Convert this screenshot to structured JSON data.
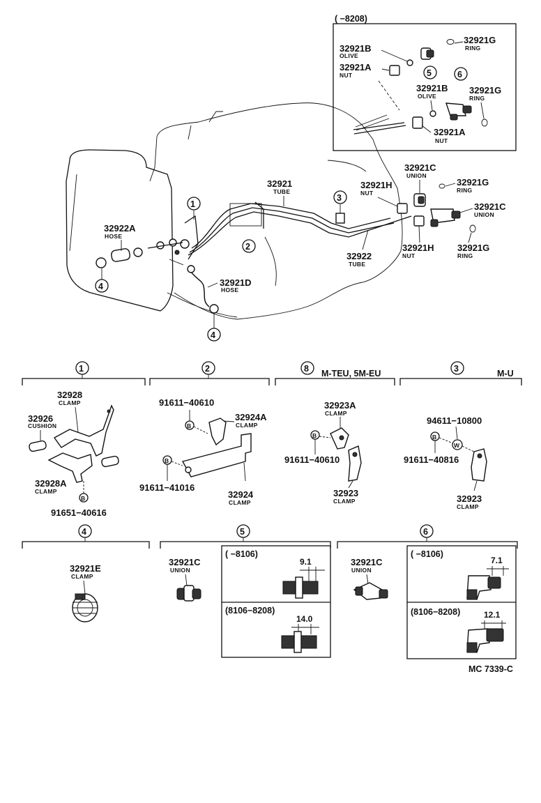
{
  "inset": {
    "header": "(      −8208)",
    "parts": [
      {
        "num": "32921G",
        "name": "RING"
      },
      {
        "num": "32921B",
        "name": "OLIVE"
      },
      {
        "num": "32921A",
        "name": "NUT"
      },
      {
        "num": "32921B",
        "name": "OLIVE"
      },
      {
        "num": "32921G",
        "name": "RING"
      },
      {
        "num": "32921A",
        "name": "NUT"
      }
    ],
    "markers": [
      "5",
      "6"
    ]
  },
  "main": {
    "parts": [
      {
        "num": "32921",
        "name": "TUBE"
      },
      {
        "num": "32922A",
        "name": "HOSE"
      },
      {
        "num": "32921D",
        "name": "HOSE"
      },
      {
        "num": "32921C",
        "name": "UNION"
      },
      {
        "num": "32921G",
        "name": "RING"
      },
      {
        "num": "32921H",
        "name": "NUT"
      },
      {
        "num": "32921C",
        "name": "UNION"
      },
      {
        "num": "32922",
        "name": "TUBE"
      },
      {
        "num": "32921H",
        "name": "NUT"
      },
      {
        "num": "32921G",
        "name": "RING"
      }
    ],
    "markers": [
      "1",
      "2",
      "3",
      "4",
      "4"
    ]
  },
  "section1": {
    "marker": "1",
    "parts": [
      {
        "num": "32928",
        "name": "CLAMP"
      },
      {
        "num": "32926",
        "name": "CUSHION"
      },
      {
        "num": "32928A",
        "name": "CLAMP"
      }
    ],
    "bolt": "91651−40616",
    "bolt_symbol": "B"
  },
  "section2": {
    "marker": "2",
    "bolt1": "91611−40610",
    "bolt2": "91611−41016",
    "bolt_symbol": "B",
    "parts": [
      {
        "num": "32924A",
        "name": "CLAMP"
      },
      {
        "num": "32924",
        "name": "CLAMP"
      }
    ]
  },
  "section8": {
    "marker": "8",
    "title": "M-TEU, 5M-EU",
    "bolt": "91611−40610",
    "bolt_symbol": "B",
    "parts": [
      {
        "num": "32923A",
        "name": "CLAMP"
      },
      {
        "num": "32923",
        "name": "CLAMP"
      }
    ]
  },
  "section3": {
    "marker": "3",
    "title": "M-U",
    "washer": "94611−10800",
    "washer_symbol": "W",
    "bolt": "91611−40816",
    "bolt_symbol": "B",
    "part": {
      "num": "32923",
      "name": "CLAMP"
    }
  },
  "section4": {
    "marker": "4",
    "part": {
      "num": "32921E",
      "name": "CLAMP"
    }
  },
  "section5": {
    "marker": "5",
    "part": {
      "num": "32921C",
      "name": "UNION"
    },
    "box1": {
      "range": "(      −8106)",
      "dim": "9.1"
    },
    "box2": {
      "range": "(8106−8208)",
      "dim": "14.0"
    }
  },
  "section6": {
    "marker": "6",
    "part": {
      "num": "32921C",
      "name": "UNION"
    },
    "box1": {
      "range": "(      −8106)",
      "dim": "7.1"
    },
    "box2": {
      "range": "(8106−8208)",
      "dim": "12.1"
    }
  },
  "footer": {
    "code": "MC 7339-C"
  }
}
